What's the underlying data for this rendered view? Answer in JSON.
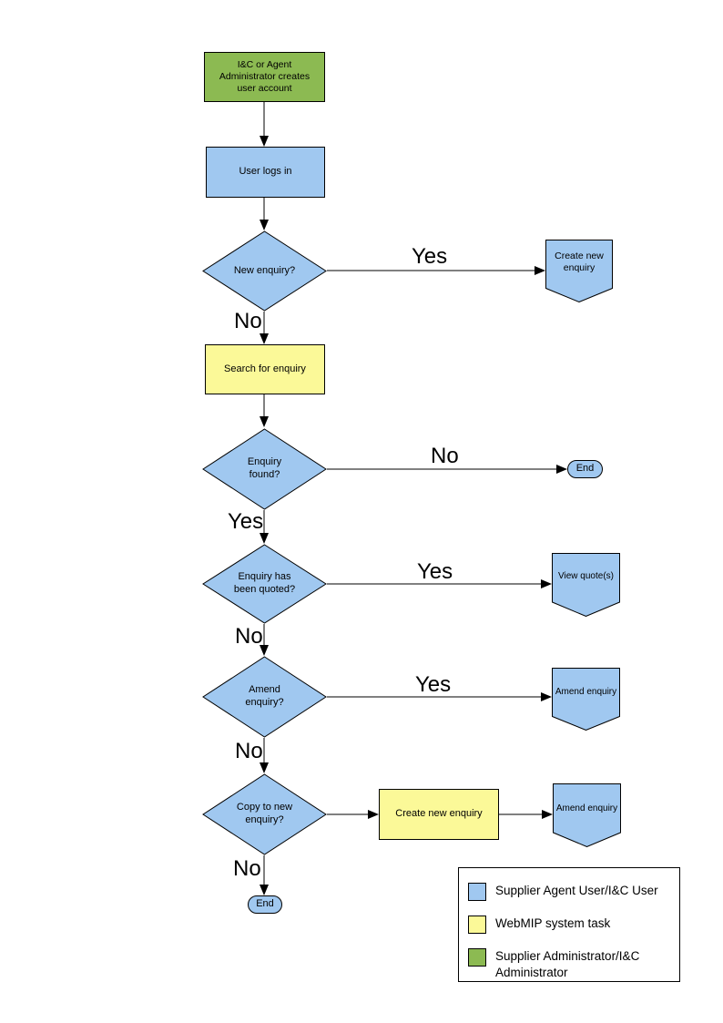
{
  "colors": {
    "user": "#A0C8F0",
    "system": "#FBF998",
    "admin": "#8CBA52",
    "line": "#000000"
  },
  "nodes": {
    "admin_creates": {
      "label": "I&C or Agent Administrator creates user account"
    },
    "user_logs_in": {
      "label": "User logs in"
    },
    "new_enquiry": {
      "label": "New enquiry?"
    },
    "create_new_enquiry_top": {
      "label": "Create new enquiry"
    },
    "search_for_enquiry": {
      "label": "Search for enquiry"
    },
    "enquiry_found": {
      "label": "Enquiry found?"
    },
    "end_right": {
      "label": "End"
    },
    "enquiry_quoted": {
      "label": "Enquiry has been quoted?"
    },
    "view_quotes": {
      "label": "View quote(s)"
    },
    "amend_enquiry_q": {
      "label": "Amend enquiry?"
    },
    "amend_enquiry_side": {
      "label": "Amend enquiry"
    },
    "copy_to_new": {
      "label": "Copy to new enquiry?"
    },
    "create_new_enquiry_mid": {
      "label": "Create new enquiry"
    },
    "amend_enquiry_bottom": {
      "label": "Amend enquiry"
    },
    "end_bottom": {
      "label": "End"
    }
  },
  "edge_labels": {
    "new_enquiry_yes": "Yes",
    "new_enquiry_no": "No",
    "enquiry_found_no": "No",
    "enquiry_found_yes": "Yes",
    "quoted_yes": "Yes",
    "quoted_no": "No",
    "amend_yes": "Yes",
    "amend_no": "No",
    "copy_no": "No"
  },
  "legend": {
    "items": [
      {
        "color": "#A0C8F0",
        "label": "Supplier Agent User/I&C User"
      },
      {
        "color": "#FBF998",
        "label": "WebMIP system task"
      },
      {
        "color": "#8CBA52",
        "label": "Supplier Administrator/I&C Administrator"
      }
    ]
  }
}
